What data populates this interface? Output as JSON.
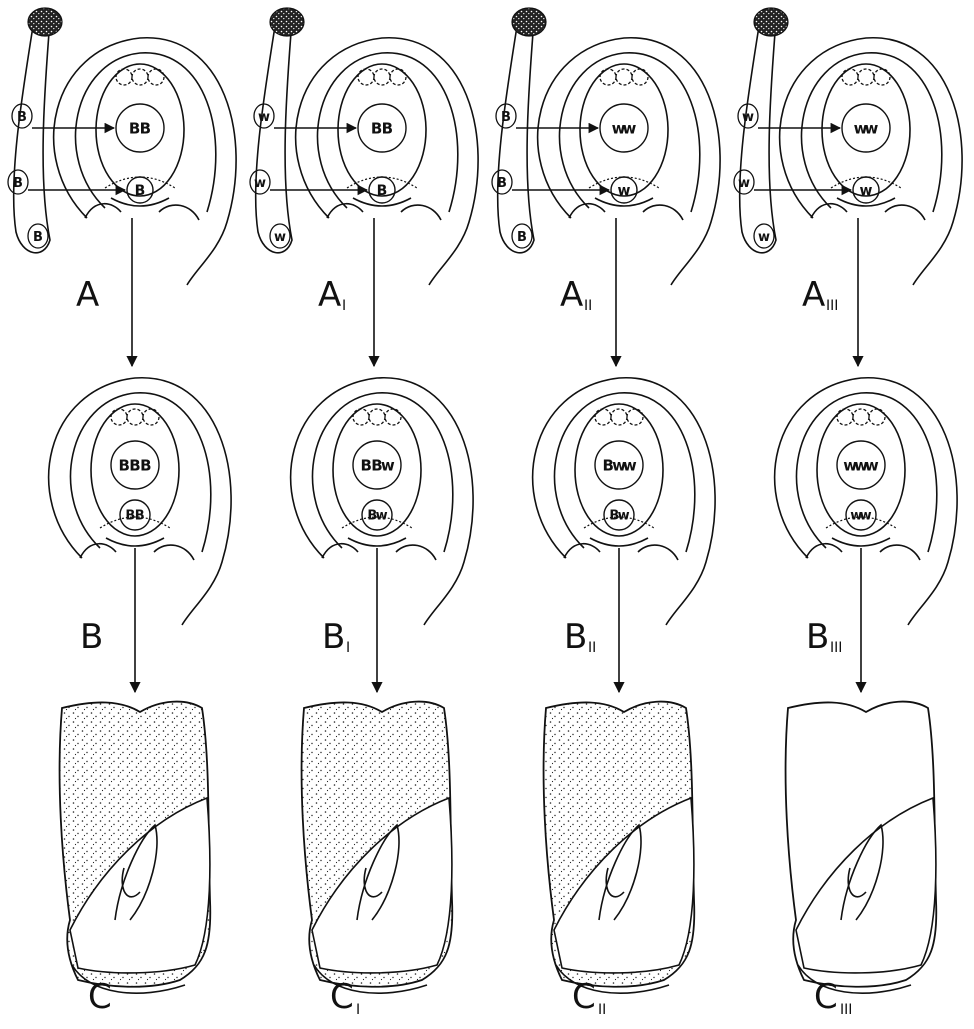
{
  "colors": {
    "ink": "#111111",
    "paper": "#ffffff"
  },
  "columns": [
    {
      "pollen_grains": [
        "B",
        "B",
        "B"
      ],
      "ovule_top": [
        "B",
        "B"
      ],
      "ovule_bottom": [
        "B"
      ],
      "label_a": {
        "main": "A",
        "sub": ""
      },
      "seed_top": [
        "B",
        "B",
        "B"
      ],
      "seed_bottom": [
        "B",
        "B"
      ],
      "label_b": {
        "main": "B",
        "sub": ""
      },
      "kernel_stippled": true,
      "label_c": {
        "main": "C",
        "sub": ""
      }
    },
    {
      "pollen_grains": [
        "w",
        "w",
        "w"
      ],
      "ovule_top": [
        "B",
        "B"
      ],
      "ovule_bottom": [
        "B"
      ],
      "label_a": {
        "main": "A",
        "sub": "I"
      },
      "seed_top": [
        "B",
        "B",
        "w"
      ],
      "seed_bottom": [
        "B",
        "w"
      ],
      "label_b": {
        "main": "B",
        "sub": "I"
      },
      "kernel_stippled": true,
      "label_c": {
        "main": "C",
        "sub": "I"
      }
    },
    {
      "pollen_grains": [
        "B",
        "B",
        "B"
      ],
      "ovule_top": [
        "w",
        "w"
      ],
      "ovule_bottom": [
        "w"
      ],
      "label_a": {
        "main": "A",
        "sub": "II"
      },
      "seed_top": [
        "B",
        "w",
        "w"
      ],
      "seed_bottom": [
        "B",
        "w"
      ],
      "label_b": {
        "main": "B",
        "sub": "II"
      },
      "kernel_stippled": true,
      "label_c": {
        "main": "C",
        "sub": "II"
      }
    },
    {
      "pollen_grains": [
        "w",
        "w",
        "w"
      ],
      "ovule_top": [
        "w",
        "w"
      ],
      "ovule_bottom": [
        "w"
      ],
      "label_a": {
        "main": "A",
        "sub": "III"
      },
      "seed_top": [
        "w",
        "w",
        "w"
      ],
      "seed_bottom": [
        "w",
        "w"
      ],
      "label_b": {
        "main": "B",
        "sub": "III"
      },
      "kernel_stippled": false,
      "label_c": {
        "main": "C",
        "sub": "III"
      }
    }
  ]
}
